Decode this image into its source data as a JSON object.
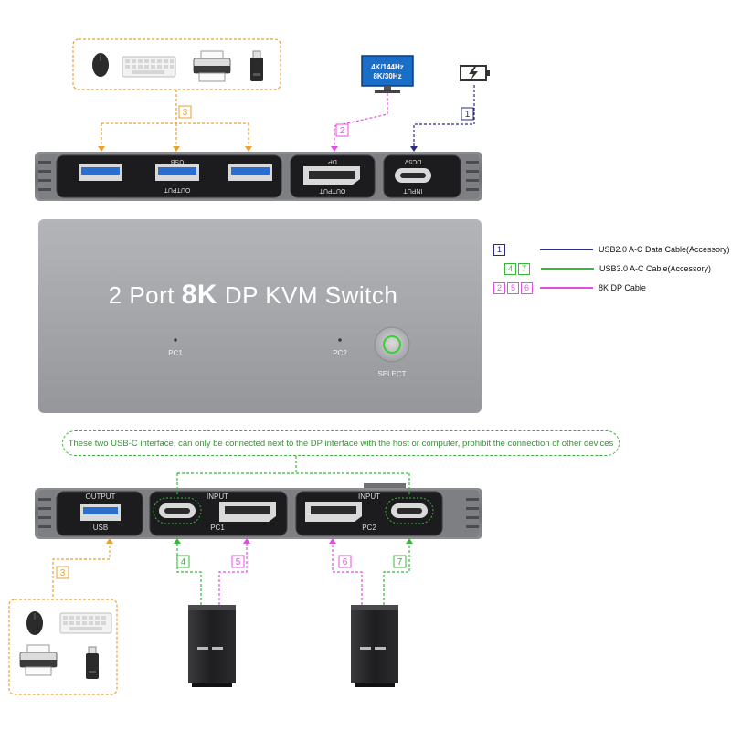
{
  "product": {
    "title_prefix": "2 Port ",
    "title_bold": "8K",
    "title_suffix": " DP KVM Switch",
    "pc1_indicator": "PC1",
    "pc2_indicator": "PC2",
    "select_button": "SELECT"
  },
  "monitor": {
    "line1": "4K/144Hz",
    "line2": "8K/30Hz"
  },
  "top_panel": {
    "usb_label": "USB",
    "usb_output_label": "OUTPUT",
    "dp_label": "DP",
    "dp_output_label": "OUTPUT",
    "dc_label": "DC5V",
    "dc_input_label": "INPUT"
  },
  "bottom_panel": {
    "usb_output_label": "OUTPUT",
    "usb_label": "USB",
    "pc1_input_label": "INPUT",
    "pc1_label": "PC1",
    "pc2_input_label": "INPUT",
    "pc2_label": "PC2"
  },
  "connection_numbers": {
    "n1": "1",
    "n2": "2",
    "n3_top": "3",
    "n3_bottom": "3",
    "n4": "4",
    "n5": "5",
    "n6": "6",
    "n7": "7"
  },
  "legend": [
    {
      "numbers": [
        "1"
      ],
      "color": "#2a2a8a",
      "label": "USB2.0 A-C Data Cable(Accessory)"
    },
    {
      "numbers": [
        "4",
        "7"
      ],
      "color": "#38b838",
      "label": "USB3.0 A-C Cable(Accessory)"
    },
    {
      "numbers": [
        "2",
        "5",
        "6"
      ],
      "color": "#e050e0",
      "label": "8K DP Cable"
    }
  ],
  "note": "These two USB-C interface, can only be connected next to the DP interface with the host or computer, prohibit the connection of other devices",
  "colors": {
    "usb_cable": "#e8a033",
    "dp_cable": "#e050e0",
    "usb2_cable": "#2a2a8a",
    "usb3_cable": "#38b838",
    "device_body": "#a3a4a8",
    "panel_dark": "#1c1c1e",
    "usb_blue": "#2a6fd0"
  },
  "icons": {
    "peripherals": [
      "mouse-icon",
      "keyboard-icon",
      "printer-icon",
      "usb-drive-icon"
    ],
    "monitor": "monitor-icon",
    "power": "power-adapter-icon",
    "computers": [
      "pc-tower-icon",
      "pc-tower-icon"
    ]
  }
}
